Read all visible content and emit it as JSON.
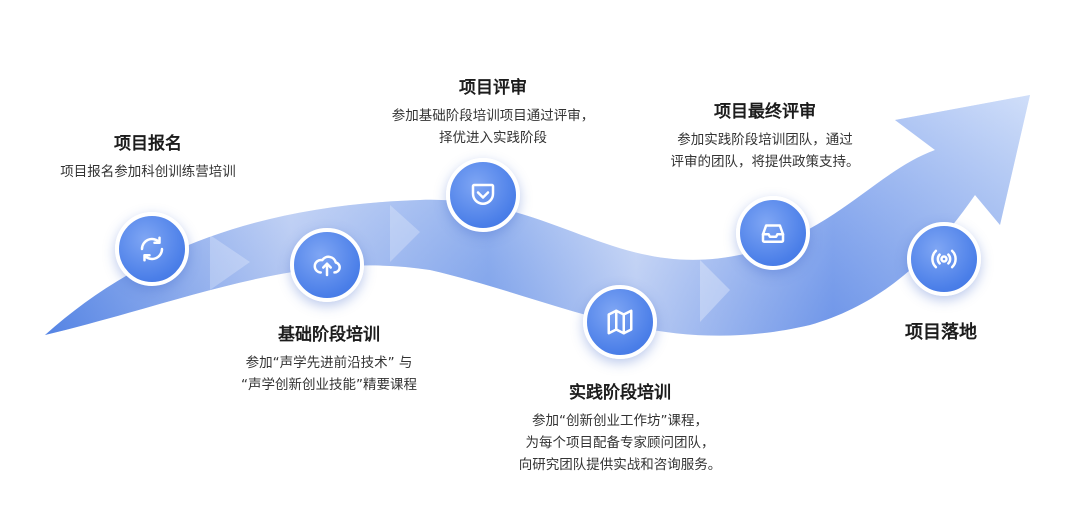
{
  "steps": [
    {
      "title": "项目报名",
      "desc": [
        "项目报名参加科创训练营培训"
      ],
      "icon": "refresh-icon"
    },
    {
      "title": "基础阶段培训",
      "desc": [
        "参加“声学先进前沿技术” 与",
        "“声学创新创业技能”精要课程"
      ],
      "icon": "cloud-upload-icon"
    },
    {
      "title": "项目评审",
      "desc": [
        "参加基础阶段培训项目通过评审，",
        "择优进入实践阶段"
      ],
      "icon": "pocket-icon"
    },
    {
      "title": "实践阶段培训",
      "desc": [
        "参加“创新创业工作坊”课程，",
        "为每个项目配备专家顾问团队，",
        "向研究团队提供实战和咨询服务。"
      ],
      "icon": "map-icon"
    },
    {
      "title": "项目最终评审",
      "desc": [
        "参加实践阶段培训团队，通过",
        "评审的团队，将提供政策支持。"
      ],
      "icon": "inbox-icon"
    },
    {
      "title": "项目落地",
      "desc": [],
      "icon": "broadcast-icon"
    }
  ],
  "colors": {
    "ribbon_light": "#dbe7fb",
    "ribbon_dark": "#5b8ae8",
    "node": "#4a7ee8"
  }
}
